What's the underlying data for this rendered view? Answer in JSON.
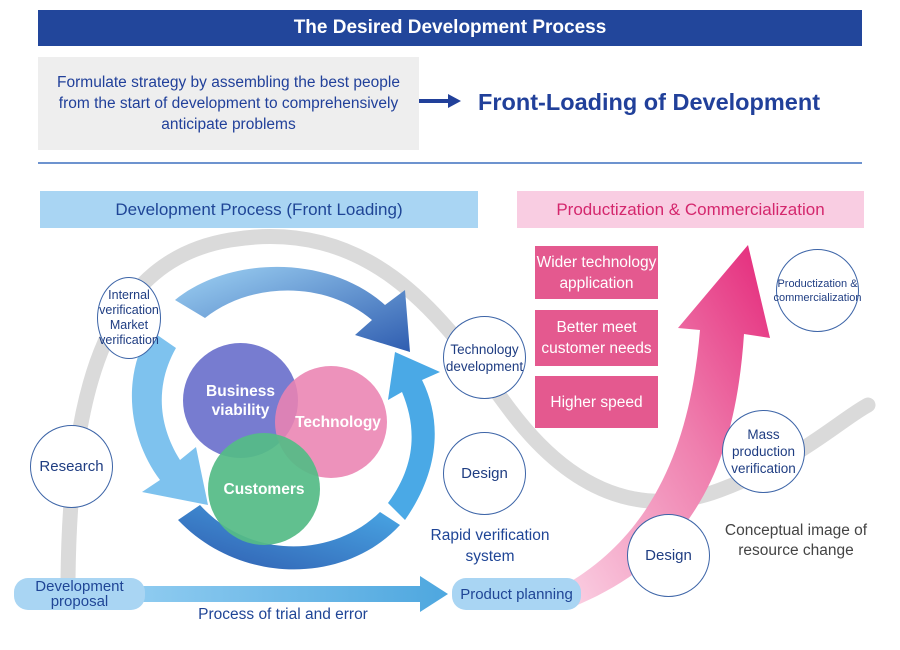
{
  "header": {
    "title": "The Desired Development Process"
  },
  "intro": {
    "strategy_text": "Formulate strategy by assembling the best people from the start of development to comprehensively anticipate problems",
    "result_text": "Front-Loading of Development"
  },
  "sections": {
    "left": "Development Process (Front Loading)",
    "right": "Productization & Commercialization"
  },
  "benefits": [
    "Wider technology application",
    "Better meet customer needs",
    "Higher speed"
  ],
  "stages": {
    "internal_verification": "Internal verification Market verification",
    "research": "Research",
    "technology_development": "Technology development",
    "design_center": "Design",
    "design_bottom": "Design",
    "mass_production": "Mass production verification",
    "productization": "Productization & commercialization"
  },
  "core": {
    "business": "Business viability",
    "technology": "Technology",
    "customers": "Customers"
  },
  "flow": {
    "development_proposal": "Development proposal",
    "product_planning": "Product planning",
    "trial_and_error": "Process of trial and error",
    "rapid_verification": "Rapid verification system",
    "resource_change": "Conceptual image of resource change"
  },
  "colors": {
    "navy": "#22469b",
    "light_blue": "#a9d5f3",
    "pink_band": "#f9cde2",
    "pink_box": "#e4598f",
    "business": "#6d72cc",
    "technology": "#ea83b2",
    "customers": "#55bb87"
  }
}
